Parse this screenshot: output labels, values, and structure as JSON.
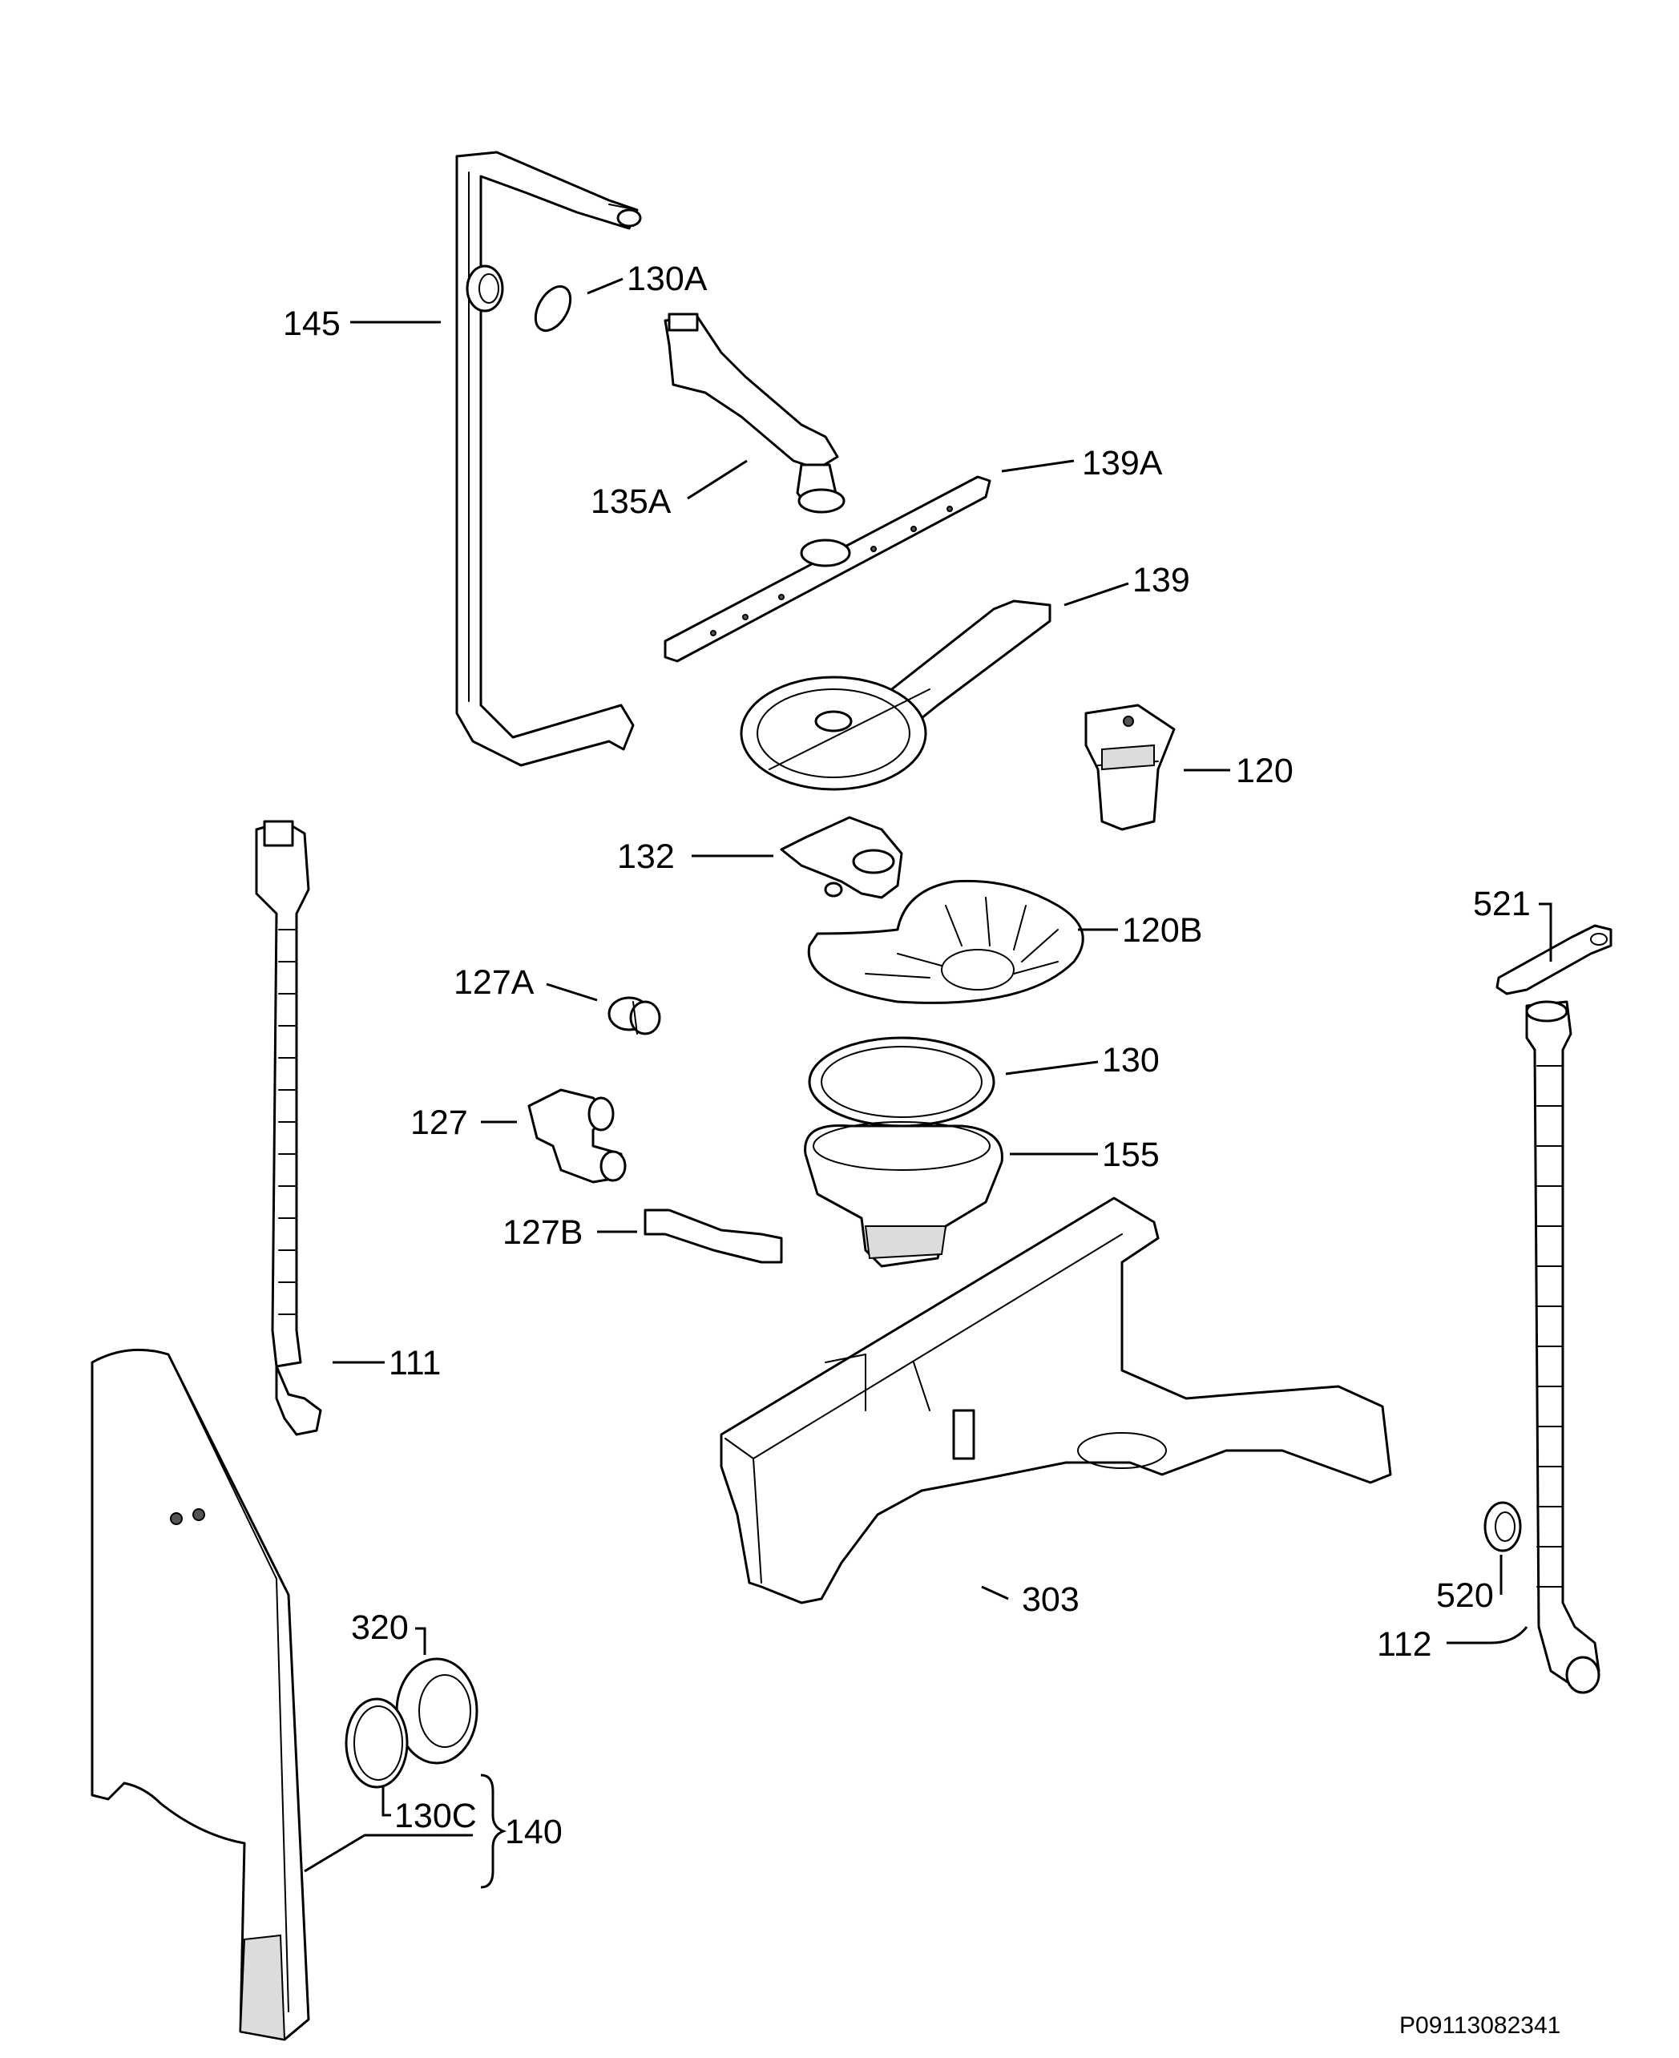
{
  "labels": {
    "p145": "145",
    "p130A": "130A",
    "p135A": "135A",
    "p139A": "139A",
    "p139": "139",
    "p120": "120",
    "p132": "132",
    "p120B": "120B",
    "p127A": "127A",
    "p130": "130",
    "p127": "127",
    "p155": "155",
    "p127B": "127B",
    "p111": "111",
    "p303": "303",
    "p521": "521",
    "p520": "520",
    "p112": "112",
    "p320": "320",
    "p130C": "130C",
    "p140": "140"
  },
  "drawing_code": "P09113082341"
}
